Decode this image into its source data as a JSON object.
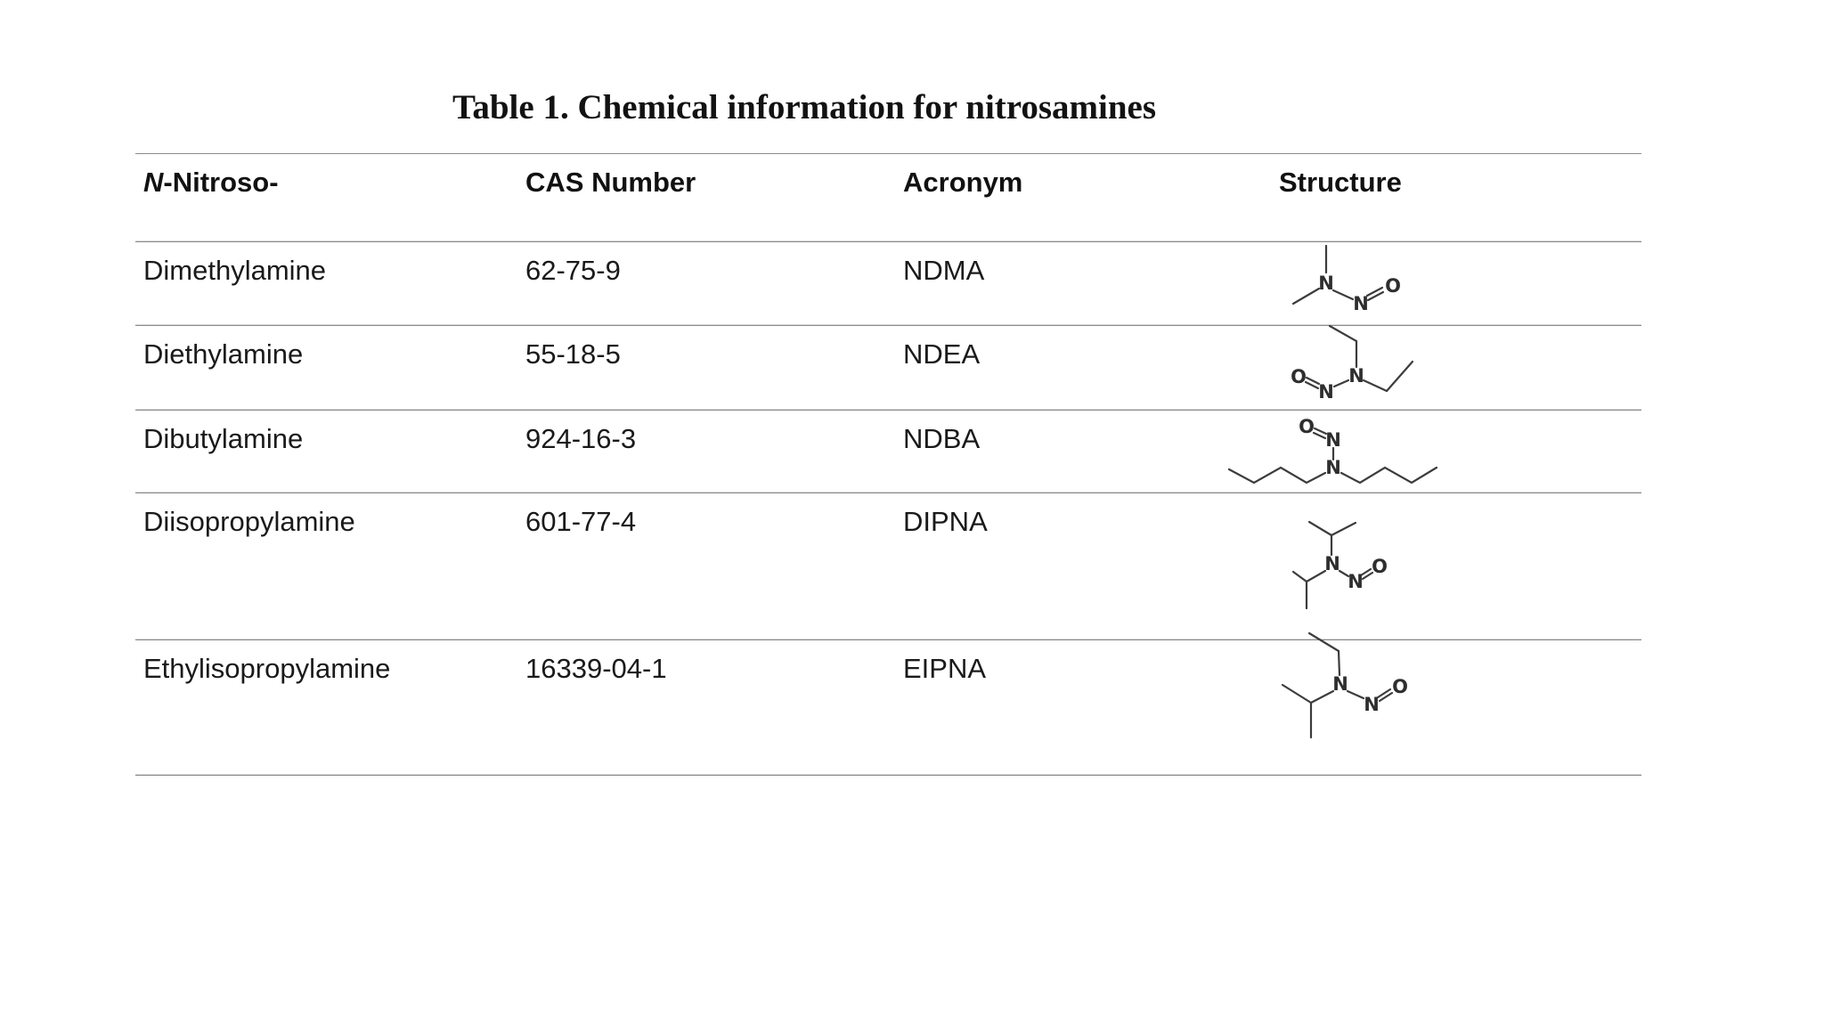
{
  "title": "Table 1. Chemical information for nitrosamines",
  "table": {
    "header": {
      "nitroso_italic": "N",
      "nitroso_rest": "-Nitroso-",
      "cas": "CAS Number",
      "acronym": "Acronym",
      "structure": "Structure"
    },
    "rows": [
      {
        "name": "Dimethylamine",
        "cas": "62-75-9",
        "acronym": "NDMA",
        "structure_alt": "NDMA skeletal structure: dimethyl N-N=O"
      },
      {
        "name": "Diethylamine",
        "cas": "55-18-5",
        "acronym": "NDEA",
        "structure_alt": "NDEA skeletal structure: diethyl N-N=O"
      },
      {
        "name": "Dibutylamine",
        "cas": "924-16-3",
        "acronym": "NDBA",
        "structure_alt": "NDBA skeletal structure: dibutyl N-N=O"
      },
      {
        "name": "Diisopropylamine",
        "cas": "601-77-4",
        "acronym": "DIPNA",
        "structure_alt": "DIPNA skeletal structure: diisopropyl N-N=O"
      },
      {
        "name": "Ethylisopropylamine",
        "cas": "16339-04-1",
        "acronym": "EIPNA",
        "structure_alt": "EIPNA skeletal structure: ethyl isopropyl N-N=O"
      }
    ],
    "atom_labels": {
      "nitrogen": "N",
      "oxygen": "O"
    }
  }
}
